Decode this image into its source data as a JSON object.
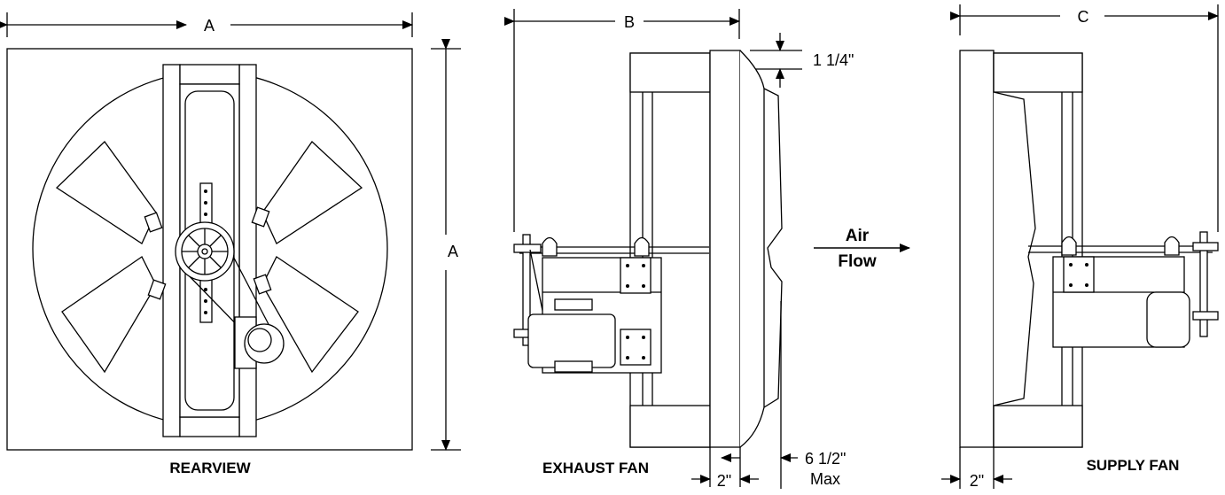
{
  "rear_view": {
    "caption": "REARVIEW",
    "width_dim": "A",
    "height_dim": "A"
  },
  "exhaust_fan": {
    "caption": "EXHAUST FAN",
    "depth_dim": "B",
    "overhang_dim": "1 1/4\"",
    "flange_dim": "2\"",
    "shutter_dim_value": "6 1/2\"",
    "shutter_dim_note": "Max"
  },
  "airflow": {
    "line1": "Air",
    "line2": "Flow"
  },
  "supply_fan": {
    "caption": "SUPPLY FAN",
    "depth_dim": "C",
    "flange_dim": "2\""
  }
}
